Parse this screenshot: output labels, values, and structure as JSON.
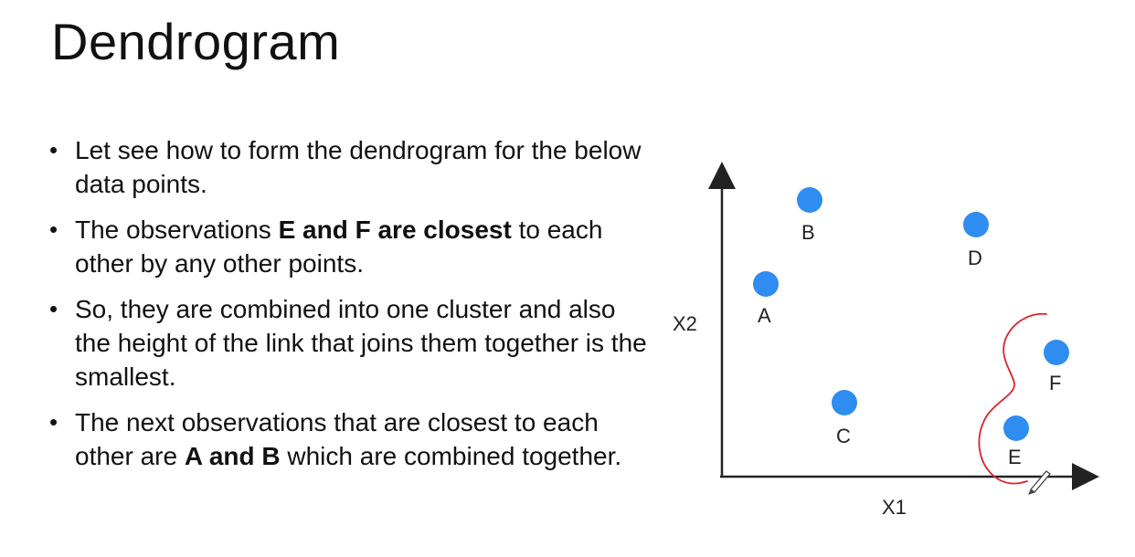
{
  "slide": {
    "title": "Dendrogram",
    "bullets": [
      {
        "parts": [
          {
            "text": "Let see how to form the dendrogram for the below data points.",
            "bold": false
          }
        ]
      },
      {
        "parts": [
          {
            "text": "The observations ",
            "bold": false
          },
          {
            "text": "E and F are closest",
            "bold": true
          },
          {
            "text": " to each other by any other points.",
            "bold": false
          }
        ]
      },
      {
        "parts": [
          {
            "text": "So, they are combined into one cluster and also the height of the link that joins them together is the smallest.",
            "bold": false
          }
        ]
      },
      {
        "parts": [
          {
            "text": "The next observations that are closest to each other are ",
            "bold": false
          },
          {
            "text": "A and B",
            "bold": true
          },
          {
            "text": " which are combined together.",
            "bold": false
          }
        ]
      }
    ]
  },
  "diagram": {
    "x_axis_label": "X1",
    "y_axis_label": "X2",
    "points": [
      {
        "label": "A"
      },
      {
        "label": "B"
      },
      {
        "label": "C"
      },
      {
        "label": "D"
      },
      {
        "label": "E"
      },
      {
        "label": "F"
      }
    ],
    "point_color": "#2f8cf0",
    "annotation_color": "#d9232b"
  }
}
